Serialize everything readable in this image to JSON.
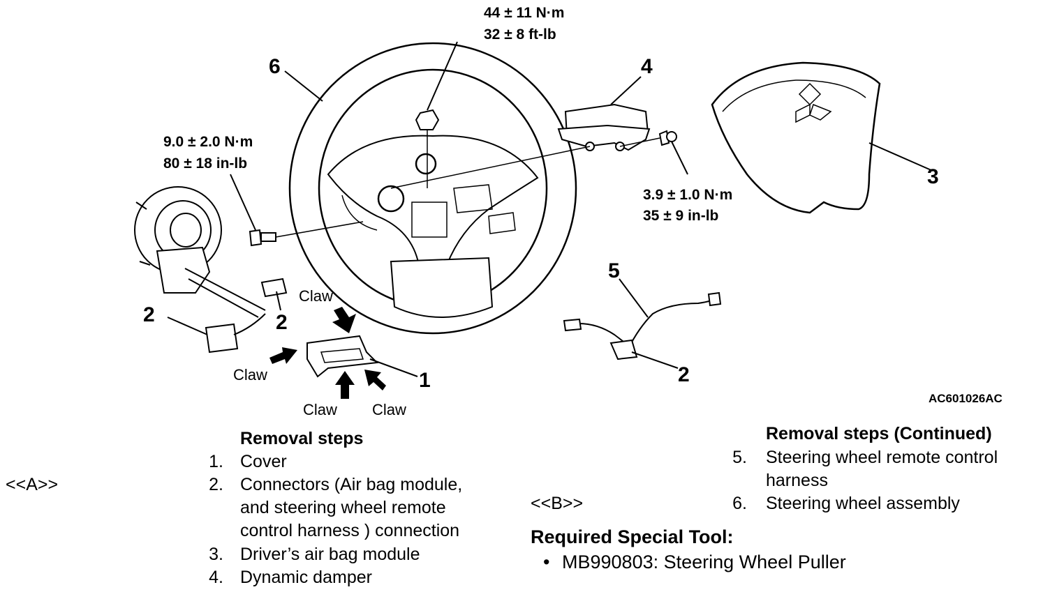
{
  "diagram": {
    "callouts": {
      "c1": "1",
      "c2a": "2",
      "c2b": "2",
      "c2c": "2",
      "c3": "3",
      "c4": "4",
      "c5": "5",
      "c6": "6"
    },
    "torque_top": {
      "line1": "44 ± 11 N·m",
      "line2": "32 ± 8 ft-lb"
    },
    "torque_left": {
      "line1": "9.0 ± 2.0 N·m",
      "line2": "80 ± 18 in-lb"
    },
    "torque_right": {
      "line1": "3.9 ± 1.0 N·m",
      "line2": "35 ± 9 in-lb"
    },
    "claw_label": "Claw",
    "figure_id": "AC601026AC"
  },
  "removal_steps": {
    "heading": "Removal steps",
    "items": [
      {
        "num": "1.",
        "lines": [
          "Cover"
        ]
      },
      {
        "num": "2.",
        "lines": [
          "Connectors (Air bag module,",
          "and steering wheel remote",
          "control harness ) connection"
        ]
      },
      {
        "num": "3.",
        "lines": [
          "Driver’s air bag module"
        ]
      },
      {
        "num": "4.",
        "lines": [
          "Dynamic damper"
        ]
      }
    ]
  },
  "removal_steps_continued": {
    "heading": "Removal steps (Continued)",
    "items": [
      {
        "num": "5.",
        "lines": [
          "Steering wheel remote control",
          "harness"
        ]
      },
      {
        "num": "6.",
        "lines": [
          "Steering wheel assembly"
        ]
      }
    ]
  },
  "markers": {
    "a": "<<A>>",
    "b": "<<B>>"
  },
  "special_tool": {
    "heading": "Required Special Tool:",
    "bullet": "•",
    "item": "MB990803: Steering Wheel Puller"
  }
}
